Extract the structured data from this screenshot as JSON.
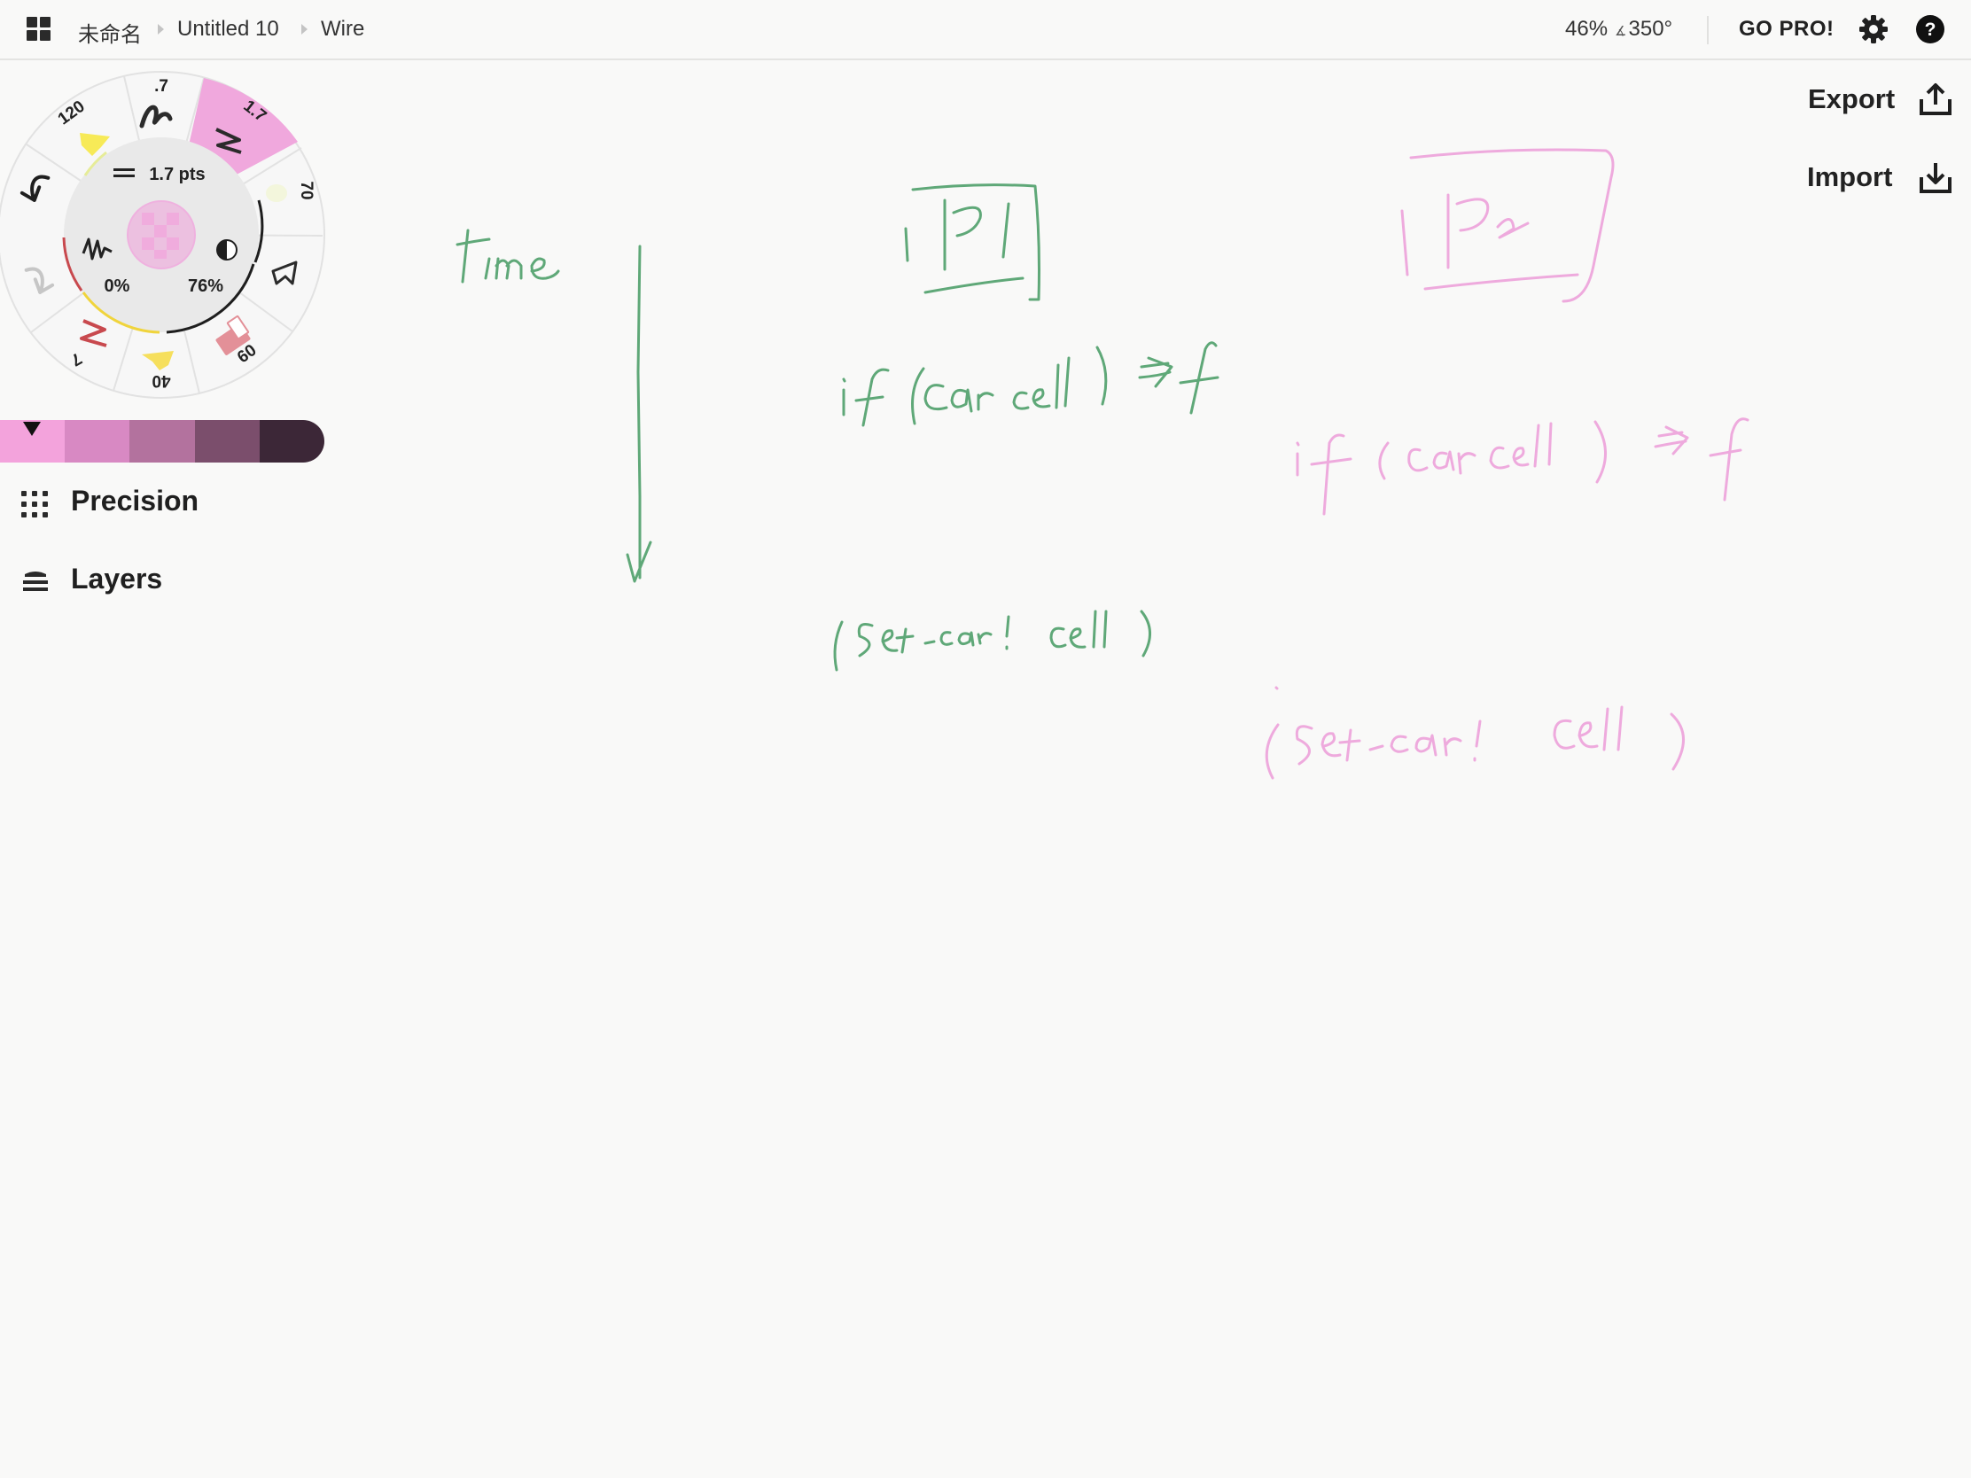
{
  "topbar": {
    "breadcrumb": [
      "未命名",
      "Untitled 10",
      "Wire"
    ],
    "zoom": "46%",
    "angle": "350°",
    "go_pro": "GO PRO!"
  },
  "side_actions": {
    "export": "Export",
    "import": "Import"
  },
  "tool_wheel": {
    "tool_sizes": [
      ".7",
      "1.7",
      "70",
      "60",
      "40",
      "7",
      "120"
    ],
    "selected_tool_size": "1.7",
    "size_label": "1.7 pts",
    "smoothing": "0%",
    "opacity": "76%"
  },
  "palette": {
    "colors": [
      "#f3a3dc",
      "#d889c3",
      "#b3729e",
      "#7b4e6c",
      "#3c2737"
    ],
    "selected_index": 0
  },
  "panel": {
    "precision": "Precision",
    "layers": "Layers"
  },
  "canvas": {
    "green_notes": [
      "time",
      "P1",
      "if (car cell) => f",
      "(set-car! cell )"
    ],
    "pink_notes": [
      "P2",
      "if (car cell) => f",
      "(set-car! cell )"
    ],
    "ink_colors": {
      "green": "#5fa878",
      "pink": "#eeaadd"
    }
  }
}
